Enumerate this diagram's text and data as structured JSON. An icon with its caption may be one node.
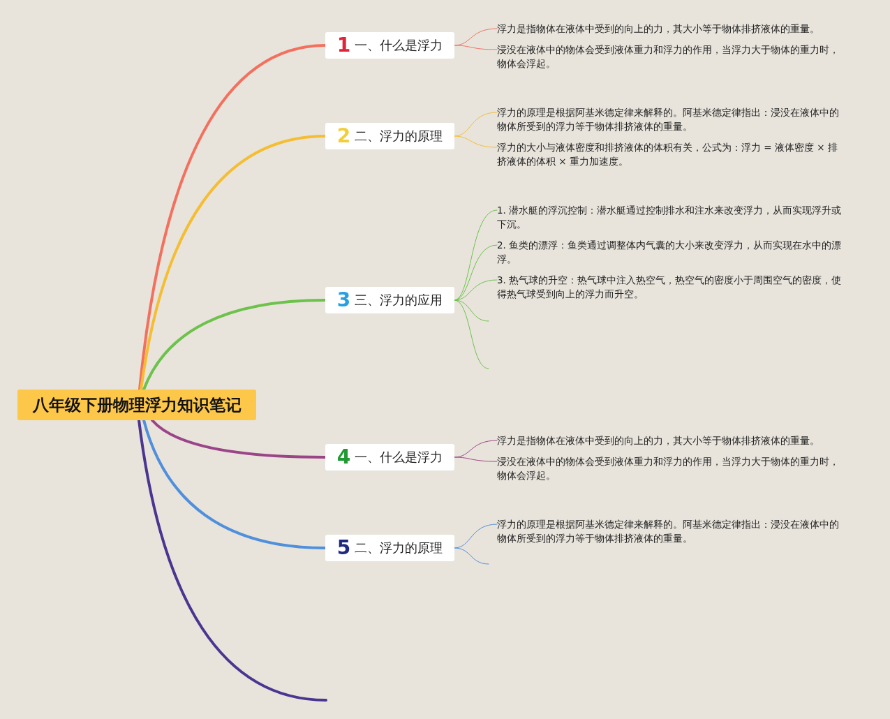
{
  "diagram": {
    "nodes": [
      {
        "text": [
          "八年级下册物理浮力知识笔记"
        ]
      },
      {
        "text": [
          "1",
          "一、什么是浮力"
        ]
      },
      {
        "text": [
          "浮力是指物体在液体中受到的向上的力，其大小等于物体排挤液体的重量。"
        ]
      },
      {
        "text": [
          "浸没在液体中的物体会受到液体重力和浮力的作用，当浮力大于物体的重力时，物体会浮起。"
        ]
      },
      {
        "text": [
          "2",
          "二、浮力的原理"
        ]
      },
      {
        "text": [
          "浮力的原理是根据阿基米德定律来解释的。阿基米德定律指出：浸没在液体中的物体所受到的浮力等于物体排挤液体的重量。"
        ]
      },
      {
        "text": [
          "浮力的大小与液体密度和排挤液体的体积有关，公式为：浮力 = 液体密度 × 排挤液体的体积 × 重力加速度。"
        ]
      },
      {
        "text": [
          "3",
          "三、浮力的应用"
        ]
      },
      {
        "text": [
          "1. 潜水艇的浮沉控制：潜水艇通过控制排水和注水来改变浮力，从而实现浮升或下沉。"
        ]
      },
      {
        "text": [
          "2. 鱼类的漂浮：鱼类通过调整体内气囊的大小来改变浮力，从而实现在水中的漂浮。"
        ]
      },
      {
        "text": [
          "3. 热气球的升空：热气球中注入热空气，热空气的密度小于周围空气的密度，使得热气球受到向上的浮力而升空。"
        ]
      },
      {
        "text": [
          "4",
          "一、什么是浮力"
        ]
      },
      {
        "text": [
          "浮力是指物体在液体中受到的向上的力，其大小等于物体排挤液体的重量。"
        ]
      },
      {
        "text": [
          "浸没在液体中的物体会受到液体重力和浮力的作用，当浮力大于物体的重力时，物体会浮起。"
        ]
      },
      {
        "text": [
          "5",
          "二、浮力的原理"
        ]
      },
      {
        "text": [
          "浮力的原理是根据阿基米德定律来解释的。阿基米德定律指出：浸没在液体中的物体所受到的浮力等于物体排挤液体的重量。"
        ]
      }
    ],
    "edges": [
      {
        "from": 0,
        "to": 1,
        "arrow": "none",
        "style": "thick",
        "color": "#f4705e"
      },
      {
        "from": 0,
        "to": 4,
        "arrow": "none",
        "style": "thick",
        "color": "#f5bd32"
      },
      {
        "from": 0,
        "to": 7,
        "arrow": "none",
        "style": "thick",
        "color": "#6cc24a"
      },
      {
        "from": 0,
        "to": 11,
        "arrow": "none",
        "style": "thick",
        "color": "#9b4488"
      },
      {
        "from": 0,
        "to": 14,
        "arrow": "none",
        "style": "thick",
        "color": "#4f8fdc"
      },
      {
        "from": 0,
        "to": null,
        "arrow": "none",
        "style": "thick",
        "color": "#4a3590"
      },
      {
        "from": 1,
        "to": 2,
        "arrow": "none",
        "color": "#f4705e"
      },
      {
        "from": 1,
        "to": 3,
        "arrow": "none",
        "color": "#f4705e"
      },
      {
        "from": 4,
        "to": 5,
        "arrow": "none",
        "color": "#f5bd32"
      },
      {
        "from": 4,
        "to": 6,
        "arrow": "none",
        "color": "#f5bd32"
      },
      {
        "from": 7,
        "to": 8,
        "arrow": "none",
        "color": "#6cc24a"
      },
      {
        "from": 7,
        "to": 9,
        "arrow": "none",
        "color": "#6cc24a"
      },
      {
        "from": 7,
        "to": 10,
        "arrow": "none",
        "color": "#6cc24a"
      },
      {
        "from": 7,
        "to": null,
        "arrow": "none",
        "color": "#6cc24a"
      },
      {
        "from": 7,
        "to": null,
        "arrow": "none",
        "color": "#6cc24a"
      },
      {
        "from": 11,
        "to": 12,
        "arrow": "none",
        "color": "#9b4488"
      },
      {
        "from": 11,
        "to": 13,
        "arrow": "none",
        "color": "#9b4488"
      },
      {
        "from": 14,
        "to": 15,
        "arrow": "none",
        "color": "#4f8fdc"
      },
      {
        "from": 14,
        "to": null,
        "arrow": "none",
        "color": "#4f8fdc"
      }
    ]
  }
}
